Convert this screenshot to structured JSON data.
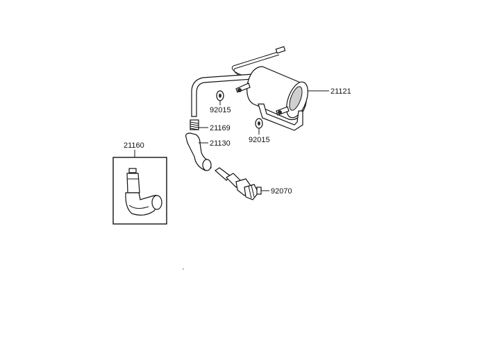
{
  "diagram": {
    "parts": [
      {
        "id": "21121",
        "name": "ignition-coil"
      },
      {
        "id": "92015",
        "name": "nut-upper"
      },
      {
        "id": "92015",
        "name": "nut-lower"
      },
      {
        "id": "21169",
        "name": "spring"
      },
      {
        "id": "21130",
        "name": "plug-cap"
      },
      {
        "id": "92070",
        "name": "spark-plug"
      },
      {
        "id": "21160",
        "name": "plug-cap-assembly-inset"
      }
    ]
  }
}
